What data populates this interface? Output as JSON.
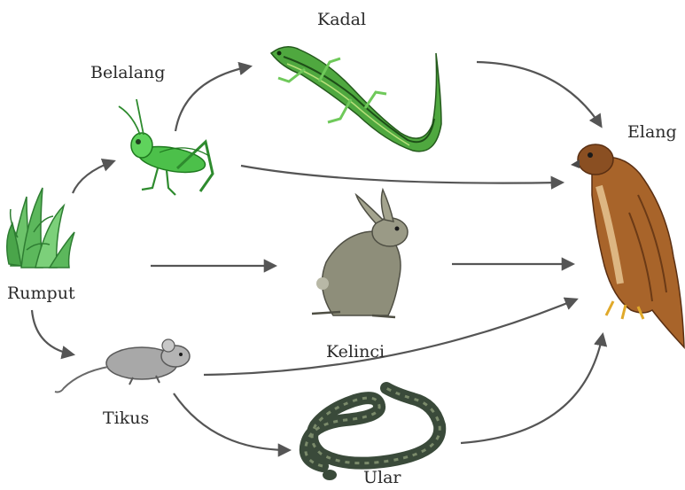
{
  "food_web": {
    "organisms": {
      "rumput": {
        "label": "Rumput",
        "icon": "grass-icon"
      },
      "belalang": {
        "label": "Belalang",
        "icon": "grasshopper-icon"
      },
      "kadal": {
        "label": "Kadal",
        "icon": "lizard-icon"
      },
      "kelinci": {
        "label": "Kelinci",
        "icon": "rabbit-icon"
      },
      "tikus": {
        "label": "Tikus",
        "icon": "mouse-icon"
      },
      "ular": {
        "label": "Ular",
        "icon": "snake-icon"
      },
      "elang": {
        "label": "Elang",
        "icon": "eagle-icon"
      }
    },
    "links": [
      {
        "from": "Rumput",
        "to": "Belalang"
      },
      {
        "from": "Rumput",
        "to": "Kelinci"
      },
      {
        "from": "Rumput",
        "to": "Tikus"
      },
      {
        "from": "Belalang",
        "to": "Kadal"
      },
      {
        "from": "Belalang",
        "to": "Elang"
      },
      {
        "from": "Kadal",
        "to": "Elang"
      },
      {
        "from": "Kelinci",
        "to": "Elang"
      },
      {
        "from": "Tikus",
        "to": "Elang"
      },
      {
        "from": "Tikus",
        "to": "Ular"
      },
      {
        "from": "Ular",
        "to": "Elang"
      }
    ]
  },
  "colors": {
    "arrow": "#555555",
    "grass": "#5cb85c",
    "grasshopper": "#4cc04a",
    "lizard": "#3f9a33",
    "rabbit": "#8e8e7a",
    "mouse": "#a8a8a8",
    "snake": "#3a4a3a",
    "eagle": "#a8642a"
  }
}
